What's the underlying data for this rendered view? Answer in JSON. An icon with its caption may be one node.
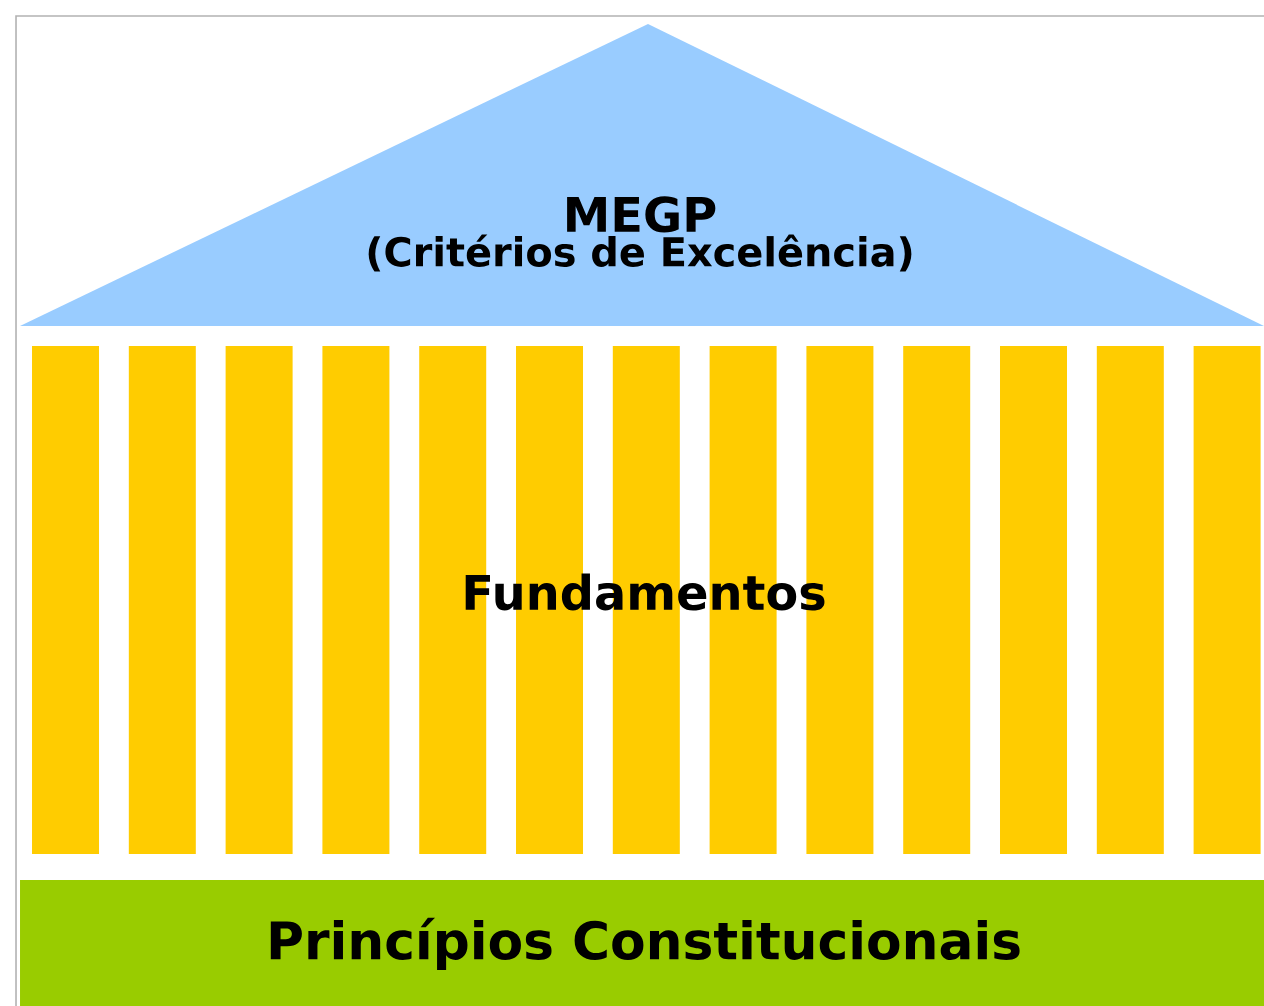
{
  "diagram": {
    "nodes": [
      {
        "text": [
          "MEGP",
          "(Critérios de Excelência)"
        ]
      },
      {
        "text": [
          "Fundamentos"
        ]
      },
      {
        "text": [
          "Princípios Constitucionais"
        ]
      }
    ]
  }
}
